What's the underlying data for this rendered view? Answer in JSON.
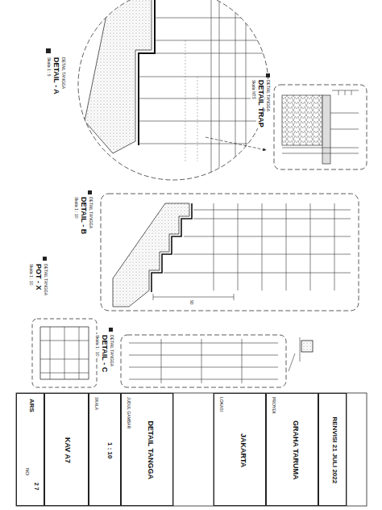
{
  "diagram": {
    "nodes": [
      {
        "text": [
          "ARS",
          "NO",
          "2 7"
        ]
      },
      {
        "text": [
          "KAV A7"
        ]
      },
      {
        "text": [
          "SKALA",
          "1 : 10"
        ]
      },
      {
        "text": [
          "JUDUL GAMBAR",
          "DETAIL TANGGA"
        ]
      },
      {
        "text": [
          "LOKASI",
          "JAKARTA"
        ]
      },
      {
        "text": [
          "PROYEK",
          "GRAHA TARUMA"
        ]
      },
      {
        "text": [
          "RENVISI 21 JULI 2022"
        ]
      }
    ],
    "labels": [
      "DETAIL TANGGA",
      "DETAIL - A",
      "Skala 1 : 5",
      "DETAIL TANGGA",
      "DETAIL TRAP",
      "Skala NTS",
      "DETAIL TANGGA",
      "DETAIL - B",
      "Skala 1 : 10",
      "DETAIL TANGGA",
      "POT - X",
      "Skala 1 : 10",
      "DETAIL TANGGA",
      "DETAIL - C",
      "Skala 1 : 10",
      "90"
    ]
  }
}
